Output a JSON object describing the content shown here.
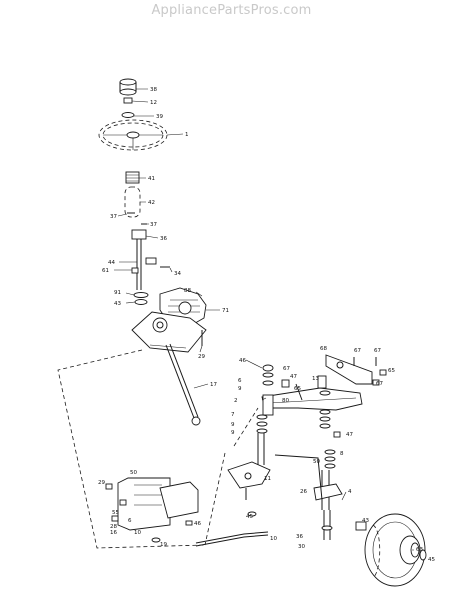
{
  "watermark": "AppliancePartsPros.com",
  "callouts": [
    "38",
    "12",
    "39",
    "1",
    "41",
    "42",
    "37",
    "37",
    "36",
    "44",
    "34",
    "61",
    "88",
    "91",
    "43",
    "71",
    "29",
    "17",
    "2",
    "46",
    "67",
    "65",
    "6",
    "9",
    "47",
    "68",
    "67",
    "67",
    "65",
    "67",
    "13",
    "80",
    "7",
    "9",
    "9",
    "8",
    "47",
    "50",
    "26",
    "11",
    "50",
    "29",
    "55",
    "10",
    "45",
    "6",
    "10",
    "28",
    "19",
    "46",
    "16",
    "4",
    "43",
    "30",
    "36",
    "63",
    "45"
  ]
}
